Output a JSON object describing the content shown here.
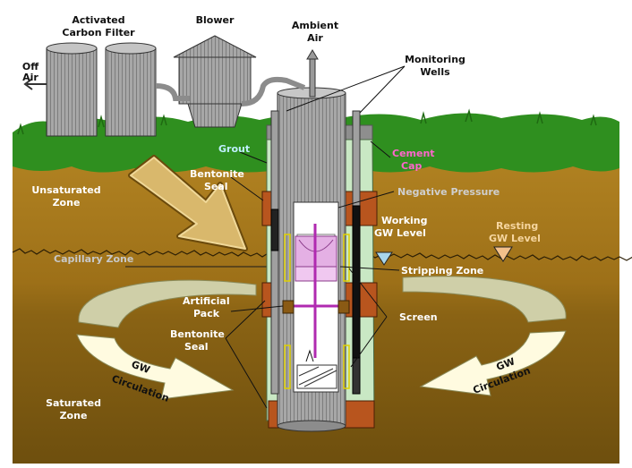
{
  "labels": {
    "activated_carbon_filter_1": "Activated",
    "activated_carbon_filter_2": "Carbon Filter",
    "blower": "Blower",
    "ambient_air_1": "Ambient",
    "ambient_air_2": "Air",
    "monitoring_wells_1": "Monitoring",
    "monitoring_wells_2": "Wells",
    "off_air_1": "Off",
    "off_air_2": "Air",
    "grout": "Grout",
    "cement_cap_1": "Cement",
    "cement_cap_2": "Cap",
    "bentonite_seal_top_1": "Bentonite",
    "bentonite_seal_top_2": "Seal",
    "unsaturated_zone_1": "Unsaturated",
    "unsaturated_zone_2": "Zone",
    "negative_pressure": "Negative Pressure",
    "working_gw_level_1": "Working",
    "working_gw_level_2": "GW Level",
    "resting_gw_level_1": "Resting",
    "resting_gw_level_2": "GW Level",
    "capillary_zone": "Capillary Zone",
    "stripping_zone": "Stripping Zone",
    "artificial_pack_1": "Artificial",
    "artificial_pack_2": "Pack",
    "screen": "Screen",
    "bentonite_seal_bottom_1": "Bentonite",
    "bentonite_seal_bottom_2": "Seal",
    "gw_circulation_left_1": "GW",
    "gw_circulation_left_2": "Circulation",
    "gw_circulation_right_1": "GW",
    "gw_circulation_right_2": "Circulation",
    "saturated_zone_1": "Saturated",
    "saturated_zone_2": "Zone"
  },
  "colors": {
    "grass": "#2f8f1f",
    "unsaturated_soil": "#a97a1c",
    "saturated_soil": "#7a5a12",
    "grout": "#c9e8c4",
    "bentonite": "#b8551e",
    "gray_equipment": "#9a9a9a",
    "water_triangle": "#a9d6ea",
    "resting_triangle": "#f3c08a",
    "cement_cap_text": "#ff66cc",
    "grout_text": "#bff0ff",
    "negative_pressure_text": "#cfcfcf",
    "resting_text": "#f6d6a0"
  }
}
